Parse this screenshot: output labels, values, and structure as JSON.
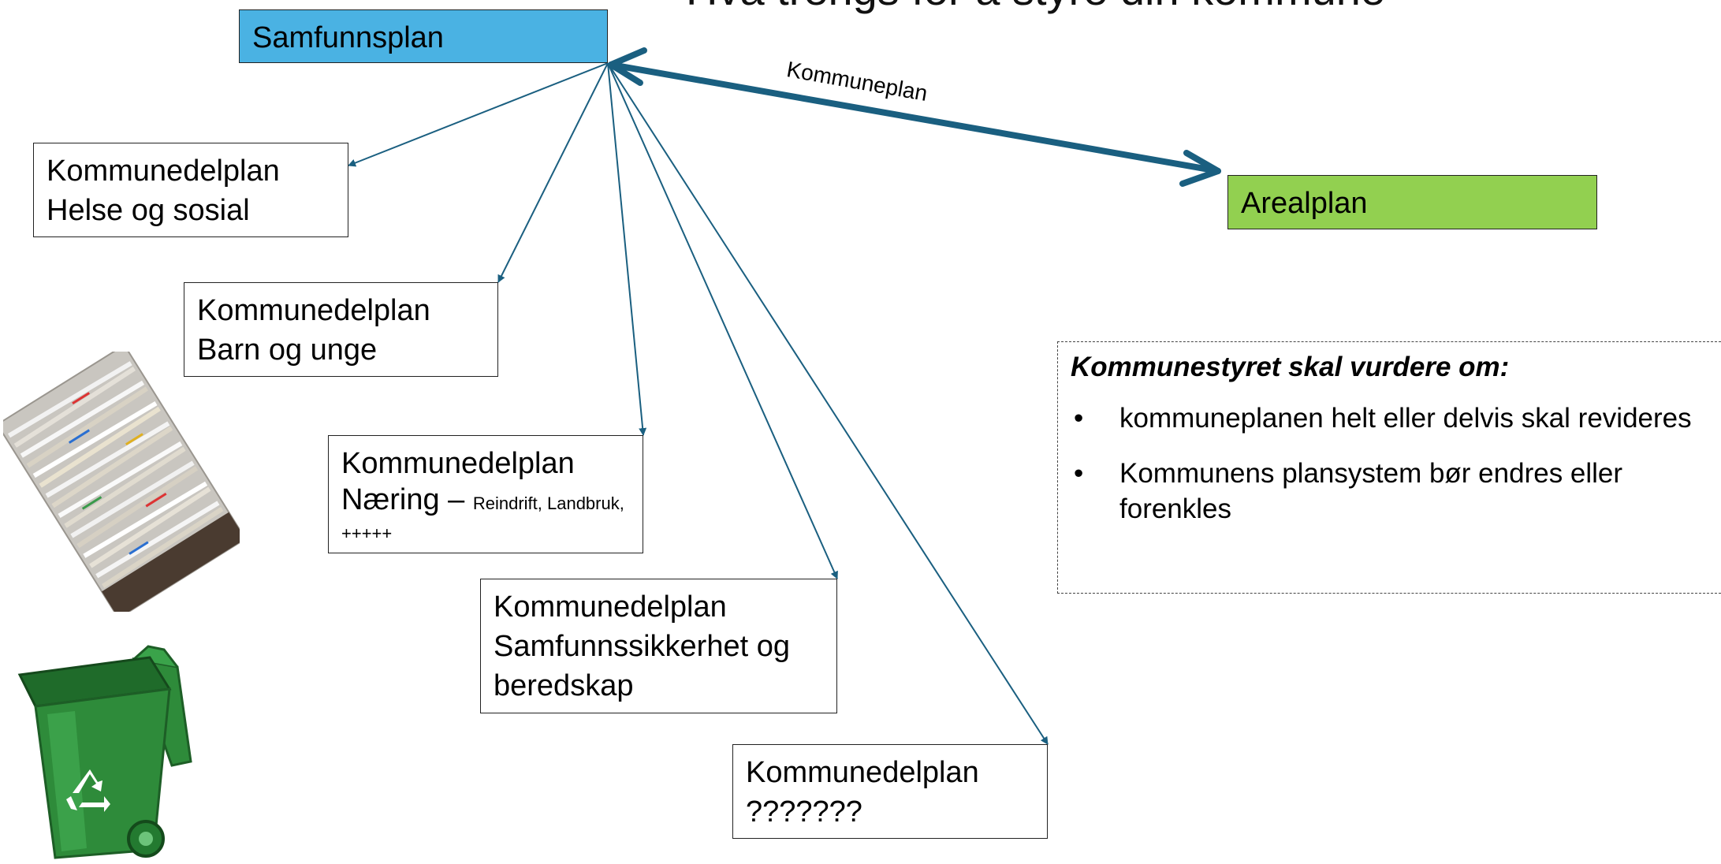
{
  "title": "Hva trengs for å styre din kommune",
  "samfunnsplan": "Samfunnsplan",
  "arealplan": "Arealplan",
  "connector_label": "Kommuneplan",
  "boxes": [
    {
      "line1": "Kommunedelplan",
      "line2": "Helse og sosial"
    },
    {
      "line1": "Kommunedelplan",
      "line2": "Barn og unge"
    },
    {
      "line1": "Kommunedelplan",
      "line2_main": "Næring – ",
      "line2_small": "Reindrift, Landbruk, +++++"
    },
    {
      "line1": "Kommunedelplan",
      "line2": "Samfunnssikkerhet og",
      "line3": "beredskap"
    },
    {
      "line1": "Kommunedelplan",
      "line2": "???????"
    }
  ],
  "callout": {
    "heading": "Kommunestyret skal vurdere om:",
    "bullets": [
      "kommuneplanen helt eller delvis skal revideres",
      "Kommunens plansystem bør endres eller forenkles"
    ],
    "bullet_symbol": "•"
  },
  "colors": {
    "samfunnsplan": "#4ab2e3",
    "arealplan": "#92d050",
    "arrow": "#1a5f80",
    "bin": "#2e8b3a"
  },
  "icons": [
    "paper-stack-photo",
    "recycling-bin-icon"
  ]
}
